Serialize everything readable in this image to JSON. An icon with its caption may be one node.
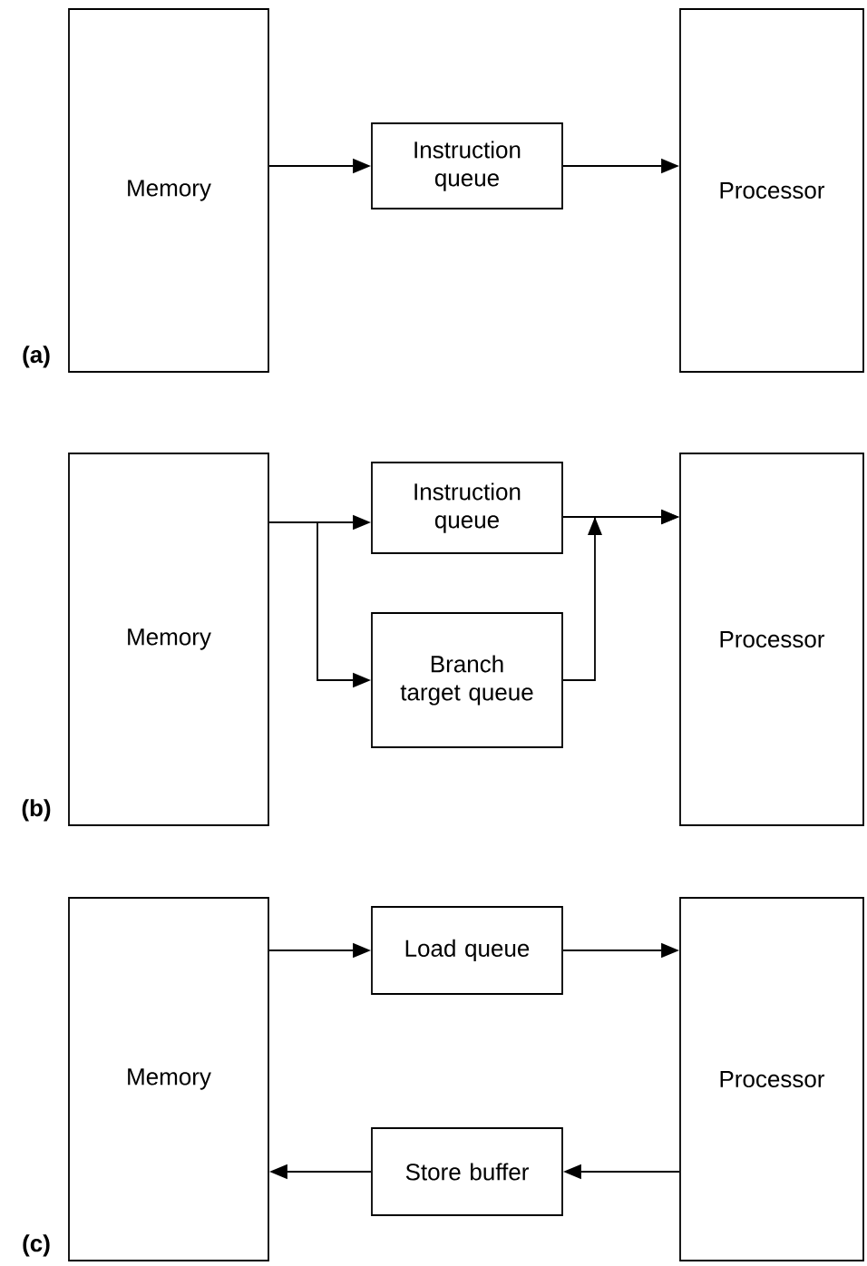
{
  "diagram": {
    "nodes": [
      {
        "text": [
          "Memory"
        ]
      },
      {
        "text": [
          "Instruction queue"
        ]
      },
      {
        "text": [
          "Processor"
        ]
      },
      {
        "text": [
          "Memory"
        ]
      },
      {
        "text": [
          "Instruction queue"
        ]
      },
      {
        "text": [
          "Branch target queue"
        ]
      },
      {
        "text": [
          "Processor"
        ]
      },
      {
        "text": [
          "Memory"
        ]
      },
      {
        "text": [
          "Load queue"
        ]
      },
      {
        "text": [
          "Store buffer"
        ]
      },
      {
        "text": [
          "Processor"
        ]
      }
    ],
    "edges": [
      {
        "from": 0,
        "to": 1,
        "arrow": "to"
      },
      {
        "from": 1,
        "to": 2,
        "arrow": "to"
      },
      {
        "from": 3,
        "to": 4,
        "arrow": "to"
      },
      {
        "from": 3,
        "to": 5,
        "arrow": "to"
      },
      {
        "from": 4,
        "to": 6,
        "arrow": "to"
      },
      {
        "from": 5,
        "to": 6,
        "arrow": "to"
      },
      {
        "from": 7,
        "to": 8,
        "arrow": "to"
      },
      {
        "from": 8,
        "to": 10,
        "arrow": "to"
      },
      {
        "from": 10,
        "to": 9,
        "arrow": "to"
      },
      {
        "from": 9,
        "to": 7,
        "arrow": "to"
      }
    ],
    "labels": [
      "(a)",
      "(b)",
      "(c)"
    ]
  }
}
